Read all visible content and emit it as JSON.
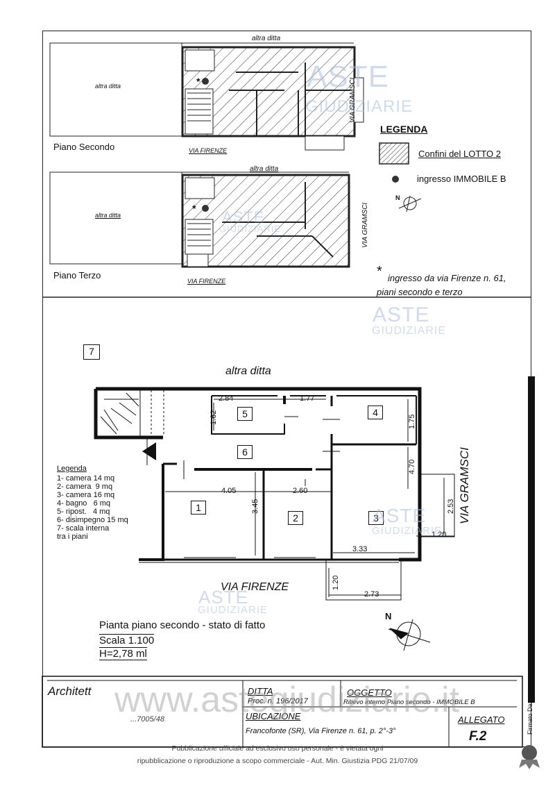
{
  "top": {
    "second_floor": {
      "label": "Piano Secondo",
      "north_neighbor": "altra ditta",
      "west_neighbor": "altra ditta",
      "street_south": "VIA FIRENZE",
      "street_east": "VIA GRAMSCI"
    },
    "third_floor": {
      "label": "Piano Terzo",
      "north_neighbor": "altra ditta",
      "west_neighbor": "altra ditta",
      "street_south": "VIA FIRENZE",
      "street_east": "VIA GRAMSCI"
    },
    "legend": {
      "title": "LEGENDA",
      "lotto": "Confini del LOTTO 2",
      "ingresso": "ingresso IMMOBILE B",
      "north": "N",
      "note_line1": "ingresso da via Firenze n. 61,",
      "note_line2": "piani secondo e terzo",
      "asterisk": "*"
    }
  },
  "plan": {
    "north_neighbor": "altra ditta",
    "street_south": "VIA FIRENZE",
    "street_east": "VIA GRAMSCI",
    "room_labels": [
      "1",
      "2",
      "3",
      "4",
      "5",
      "6",
      "7"
    ],
    "dimensions": {
      "d284": "2.84",
      "d177": "1.77",
      "d162": "1.62",
      "d175": "1.75",
      "d470": "4.70",
      "d405": "4.05",
      "d345": "3.45",
      "d260": "2.60",
      "d253": "2.53",
      "d120a": "1.20",
      "d333": "3.33",
      "d120b": "1.20",
      "d273": "2.73"
    },
    "legend": {
      "title": "Legenda",
      "items": [
        "1- camera 14 mq",
        "2- camera  9 mq",
        "3- camera 16 mq",
        "4- bagno   6 mq",
        "5- ripost.   4 mq",
        "6- disimpegno 15 mq",
        "7- scala interna",
        "tra i piani"
      ]
    },
    "north": "N",
    "caption": {
      "title": "Pianta piano secondo - stato di fatto",
      "scale": "Scala 1.100",
      "height": "H=2,78 ml"
    }
  },
  "titleblock": {
    "architect": "Architett",
    "ditta_label": "DITTA",
    "ditta_value": "Proc. n. 196/2017",
    "oggetto_label": "OGGETTO",
    "oggetto_value": "Rilievo interno Piano secondo - IMMOBILE B",
    "ubicazione_label": "UBICAZIONE",
    "ubicazione_value": "Francofonte (SR), Via Firenze n. 61, p. 2°-3°",
    "allegato_label": "ALLEGATO",
    "allegato_value": "F.2",
    "reg_number": "...7005/48"
  },
  "watermarks": {
    "aste": "ASTE",
    "giudiziarie": "GIUDIZIARIE",
    "site": "www.astegiudiziarie.it"
  },
  "footer": {
    "line1": "Pubblicazione ufficiale ad esclusivo uso personale - è vietata ogni",
    "line2": "ripubblicazione o riproduzione a scopo commerciale - Aut. Min. Giustizia PDG 21/07/09",
    "signed": "Firmato Da:"
  }
}
